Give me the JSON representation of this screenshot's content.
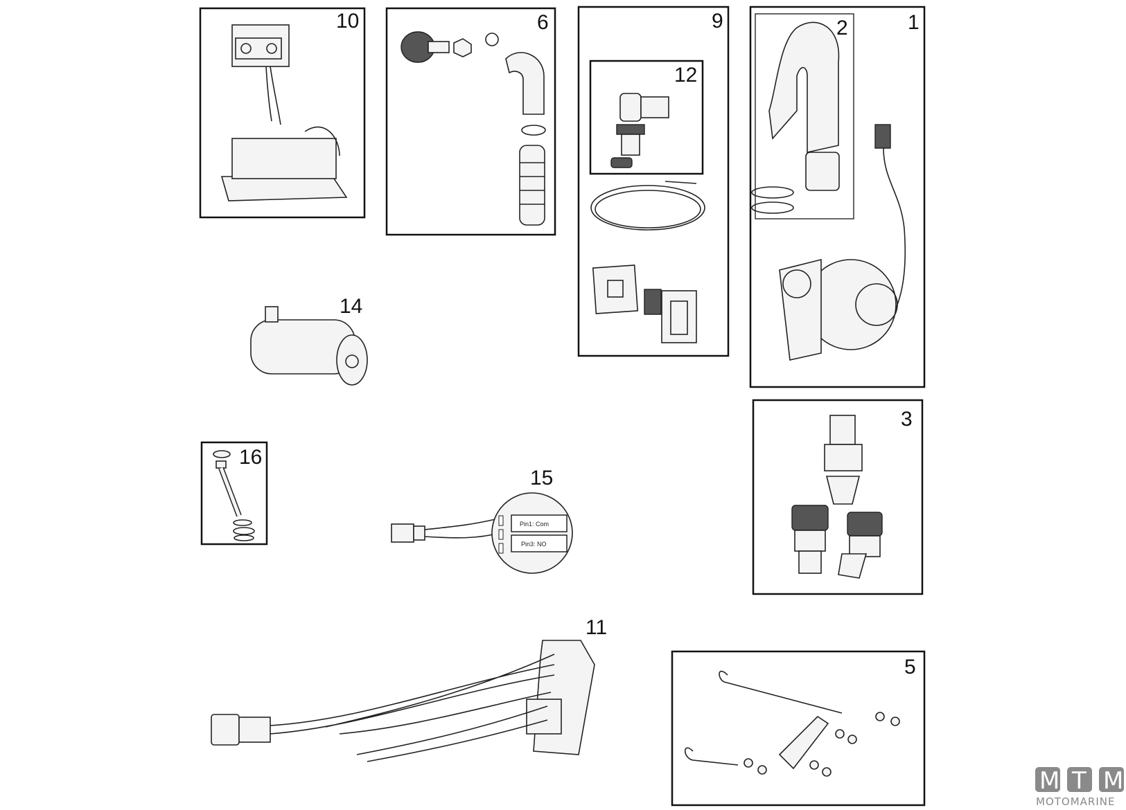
{
  "parts": {
    "p1": "1",
    "p2": "2",
    "p3": "3",
    "p5": "5",
    "p6": "6",
    "p9": "9",
    "p10": "10",
    "p11": "11",
    "p12": "12",
    "p14": "14",
    "p15": "15",
    "p16": "16"
  },
  "switch_labels": {
    "pin1": "Pin1: Com",
    "pin3": "Pin3: NO"
  },
  "logo": {
    "letters": [
      "M",
      "T",
      "M"
    ],
    "word": "MOTOMARINE",
    "color": "#8a8a8a"
  }
}
